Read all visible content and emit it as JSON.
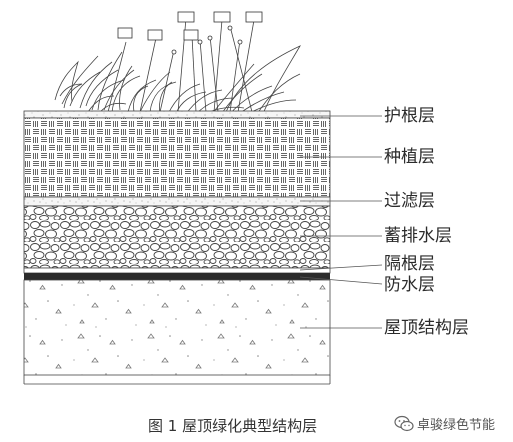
{
  "layers": [
    {
      "id": "root-protection",
      "label": "护根层"
    },
    {
      "id": "planting",
      "label": "种植层"
    },
    {
      "id": "filter",
      "label": "过滤层"
    },
    {
      "id": "drainage",
      "label": "蓄排水层"
    },
    {
      "id": "root-barrier",
      "label": "隔根层"
    },
    {
      "id": "waterproof",
      "label": "防水层"
    },
    {
      "id": "structure",
      "label": "屋顶结构层"
    }
  ],
  "caption": "图 1  屋顶绿化典型结构层",
  "watermark": {
    "text": "卓骏绿色节能",
    "icon": "wechat-logo-icon"
  }
}
